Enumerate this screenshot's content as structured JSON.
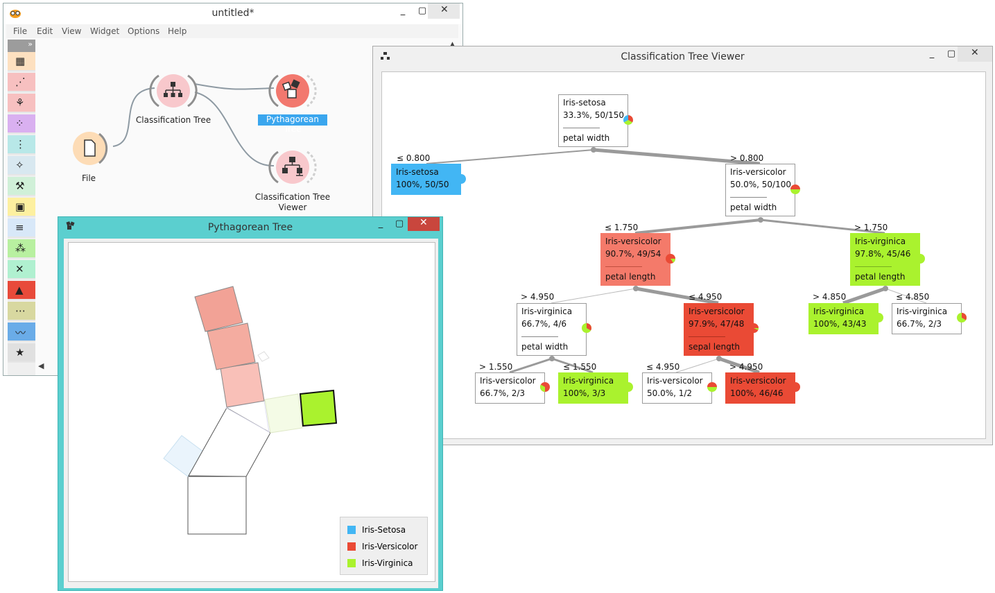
{
  "canvas_window": {
    "title": "untitled*",
    "menu": [
      "File",
      "Edit",
      "View",
      "Widget",
      "Options",
      "Help"
    ],
    "toolbox": [
      {
        "icon": "data-table-icon",
        "color": "#fde0c0"
      },
      {
        "icon": "scatter-plot-icon",
        "color": "#f7c0c0"
      },
      {
        "icon": "tree-icon",
        "color": "#f7c0c0"
      },
      {
        "icon": "scatter-dots-icon",
        "color": "#d9b0f0"
      },
      {
        "icon": "distance-matrix-icon",
        "color": "#b8e8e8"
      },
      {
        "icon": "projection-icon",
        "color": "#d8e8f0"
      },
      {
        "icon": "paint-icon",
        "color": "#d0f0d8"
      },
      {
        "icon": "image-icon",
        "color": "#fdf0a0"
      },
      {
        "icon": "text-icon",
        "color": "#d8e8f8"
      },
      {
        "icon": "cluster-icon",
        "color": "#b8f0a0"
      },
      {
        "icon": "network-icon",
        "color": "#b0f0d0"
      },
      {
        "icon": "education-icon",
        "color": "#e84a3a"
      },
      {
        "icon": "timeline-icon",
        "color": "#d8d8a0"
      },
      {
        "icon": "timeseries-icon",
        "color": "#6aace8"
      },
      {
        "icon": "add-ons-icon",
        "color": "#e0e0e0"
      }
    ],
    "widgets": {
      "file": "File",
      "classification_tree": "Classification Tree",
      "pythagorean_tree": "Pythagorean Tree",
      "ctv_line1": "Classification Tree",
      "ctv_line2": "Viewer"
    }
  },
  "tree_viewer": {
    "title": "Classification Tree Viewer",
    "nodes": {
      "root": {
        "cls": "Iris-setosa",
        "stat": "33.3%, 50/150",
        "split": "petal width"
      },
      "n1": {
        "cls": "Iris-setosa",
        "stat": "100%, 50/50"
      },
      "n2": {
        "cls": "Iris-versicolor",
        "stat": "50.0%, 50/100",
        "split": "petal width"
      },
      "n3": {
        "cls": "Iris-versicolor",
        "stat": "90.7%, 49/54",
        "split": "petal length"
      },
      "n4": {
        "cls": "Iris-virginica",
        "stat": "97.8%, 45/46",
        "split": "petal length"
      },
      "n5": {
        "cls": "Iris-virginica",
        "stat": "66.7%, 4/6",
        "split": "petal width"
      },
      "n6": {
        "cls": "Iris-versicolor",
        "stat": "97.9%, 47/48",
        "split": "sepal length"
      },
      "n7": {
        "cls": "Iris-virginica",
        "stat": "100%, 43/43"
      },
      "n8": {
        "cls": "Iris-virginica",
        "stat": "66.7%, 2/3"
      },
      "n9": {
        "cls": "Iris-versicolor",
        "stat": "66.7%, 2/3"
      },
      "n10": {
        "cls": "Iris-virginica",
        "stat": "100%, 3/3"
      },
      "n11": {
        "cls": "Iris-versicolor",
        "stat": "50.0%, 1/2"
      },
      "n12": {
        "cls": "Iris-versicolor",
        "stat": "100%, 46/46"
      }
    },
    "edges": {
      "e1": "≤ 0.800",
      "e2": "> 0.800",
      "e3": "≤ 1.750",
      "e4": "> 1.750",
      "e5": "> 4.950",
      "e6": "≤ 4.950",
      "e7": "> 4.850",
      "e8": "≤ 4.850",
      "e9": "> 1.550",
      "e10": "≤ 1.550",
      "e11": "≤ 4.950",
      "e12": "> 4.950"
    }
  },
  "pythagorean": {
    "title": "Pythagorean Tree",
    "legend": [
      {
        "label": "Iris-Setosa",
        "color": "#42b6f4"
      },
      {
        "label": "Iris-Versicolor",
        "color": "#ea4a35"
      },
      {
        "label": "Iris-Virginica",
        "color": "#aaf22e"
      }
    ]
  },
  "colors": {
    "setosa": "#42b6f4",
    "versicolor": "#ea4a35",
    "versicolor_light": "#f47a6a",
    "virginica": "#aaf22e",
    "selection": "#3aa6ee",
    "pyth_frame": "#5bcfcf",
    "close_button": "#c9463d"
  }
}
